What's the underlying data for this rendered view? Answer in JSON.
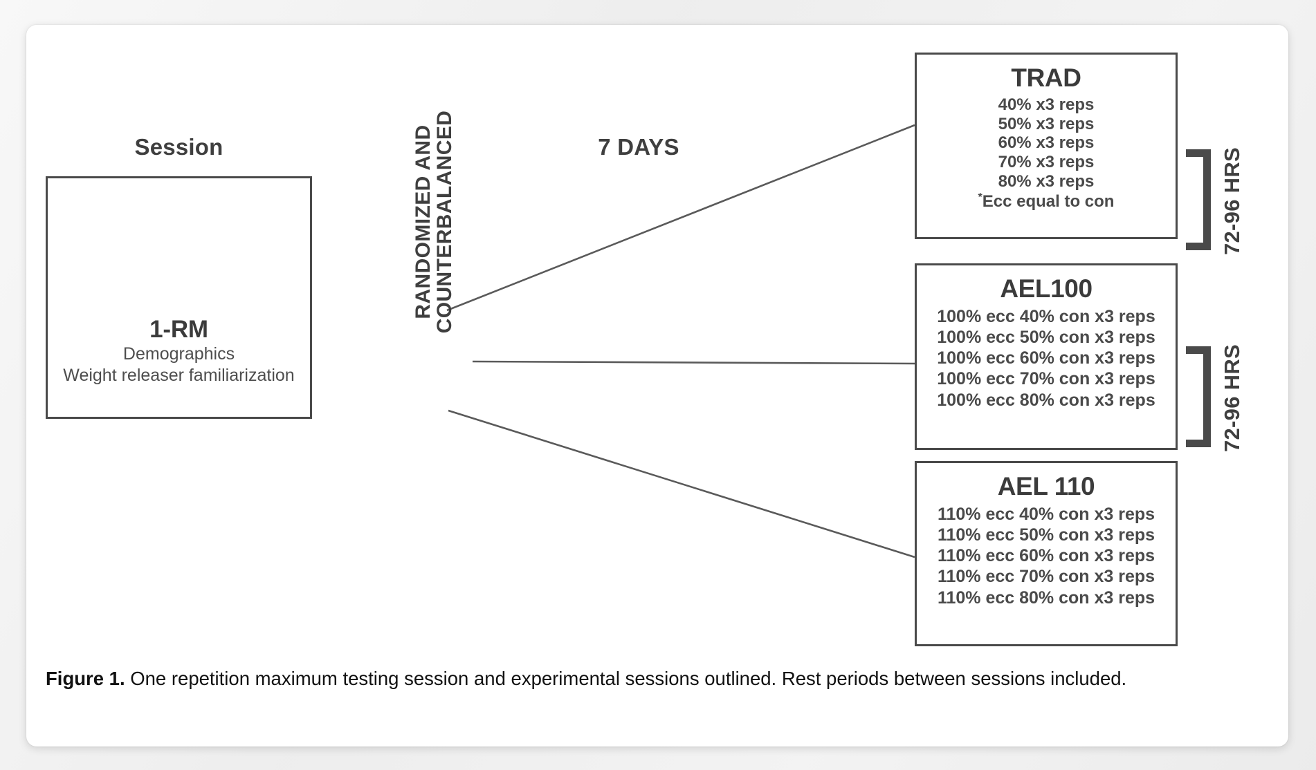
{
  "figure": {
    "session_label": "Session",
    "duration_label": "7 DAYS",
    "randomization": {
      "line1": "RANDOMIZED AND",
      "line2": "COUNTERBALANCED"
    },
    "baseline_box": {
      "title": "1-RM",
      "sub1": "Demographics",
      "sub2": "Weight releaser familiarization"
    },
    "protocol_boxes": [
      {
        "id": "trad",
        "title": "TRAD",
        "lines": [
          "40% x3 reps",
          "50% x3 reps",
          "60% x3 reps",
          "70% x3 reps",
          "80% x3 reps"
        ],
        "footnote": "*Ecc equal to con"
      },
      {
        "id": "ael100",
        "title": "AEL100",
        "lines": [
          "100% ecc 40% con x3 reps",
          "100% ecc 50% con x3 reps",
          "100% ecc 60% con x3 reps",
          "100% ecc 70% con x3 reps",
          "100% ecc 80% con x3 reps"
        ],
        "footnote": ""
      },
      {
        "id": "ael110",
        "title": "AEL 110",
        "lines": [
          "110% ecc 40% con x3 reps",
          "110% ecc 50% con x3 reps",
          "110% ecc 60% con x3 reps",
          "110% ecc 70% con x3 reps",
          "110% ecc 80% con x3 reps"
        ],
        "footnote": ""
      }
    ],
    "rest_brackets": [
      {
        "id": "rest-top",
        "label": "72-96 HRS"
      },
      {
        "id": "rest-bottom",
        "label": "72-96 HRS"
      }
    ]
  },
  "caption": {
    "label": "Figure 1.",
    "text": " One repetition maximum testing session and experimental sessions outlined. Rest periods between sessions included."
  },
  "colors": {
    "stroke": "#4a4a4a",
    "text": "#3b3b3b",
    "caption": "#111111",
    "card": "#ffffff",
    "page": "#efefef"
  }
}
